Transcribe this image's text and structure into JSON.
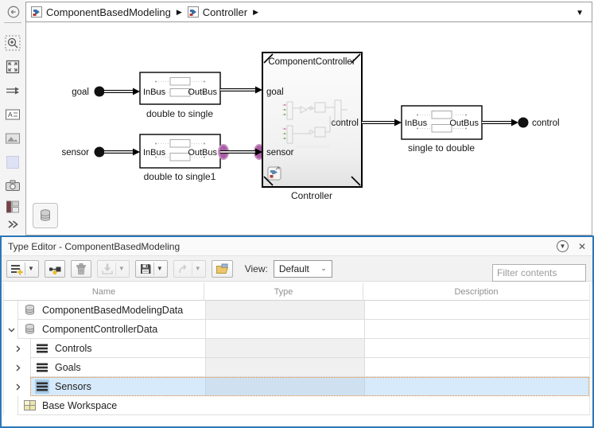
{
  "breadcrumb": {
    "back_icon": "back-arrow",
    "items": [
      {
        "icon": "subsystem-icon",
        "label": "ComponentBasedModeling",
        "caret": "▶"
      },
      {
        "icon": "subsystem-icon",
        "label": "Controller",
        "caret": "▶"
      }
    ],
    "dropdown_icon": "caret-down"
  },
  "left_toolbar": {
    "icons": [
      "zoom-region",
      "fit-to-view",
      "signal-routing",
      "annotation",
      "image",
      "area",
      "screenshot",
      "viewmarks",
      "expand-more"
    ]
  },
  "canvas": {
    "inports": [
      {
        "label": "goal"
      },
      {
        "label": "sensor"
      }
    ],
    "outport": {
      "label": "control"
    },
    "converter_blocks": [
      {
        "in": "InBus",
        "out": "OutBus",
        "caption": "double to single"
      },
      {
        "in": "InBus",
        "out": "OutBus",
        "caption": "double to single1"
      },
      {
        "in": "InBus",
        "out": "OutBus",
        "caption": "single to double"
      }
    ],
    "controller_block": {
      "title": "ComponentController",
      "port_in1": "goal",
      "port_in2": "sensor",
      "port_out1": "control",
      "caption": "Controller"
    },
    "highlight_color": "#a85da3",
    "badge_icon": "data-dictionary"
  },
  "type_editor": {
    "title": "Type Editor - ComponentBasedModeling",
    "window_icons": [
      "collapse-panel",
      "close-panel"
    ],
    "toolbar": {
      "icons": [
        "add-entry",
        "add-element",
        "delete",
        "import",
        "save",
        "forward",
        "open-dictionary"
      ],
      "view_label": "View:",
      "view_value": "Default",
      "filter_placeholder": "Filter contents"
    },
    "table": {
      "columns": {
        "name": "Name",
        "type": "Type",
        "description": "Description"
      },
      "rows": [
        {
          "name": "ComponentBasedModelingData",
          "type": "",
          "description": "",
          "icon": "data-dictionary",
          "indent": 0,
          "state": "none"
        },
        {
          "name": "ComponentControllerData",
          "type": "",
          "description": "",
          "icon": "data-dictionary",
          "indent": 0,
          "state": "expanded"
        },
        {
          "name": "Controls",
          "type": "",
          "description": "",
          "icon": "bus-object",
          "indent": 1,
          "state": "collapsed"
        },
        {
          "name": "Goals",
          "type": "",
          "description": "",
          "icon": "bus-object",
          "indent": 1,
          "state": "collapsed"
        },
        {
          "name": "Sensors",
          "type": "",
          "description": "",
          "icon": "bus-object",
          "indent": 1,
          "state": "collapsed",
          "selected": true
        },
        {
          "name": "Base Workspace",
          "icon": "base-workspace",
          "indent": 0,
          "state": "none"
        }
      ]
    },
    "accent_border": "#2c77b8",
    "selection_fill": "#d6eafc",
    "selection_outline": "#e8872e"
  }
}
